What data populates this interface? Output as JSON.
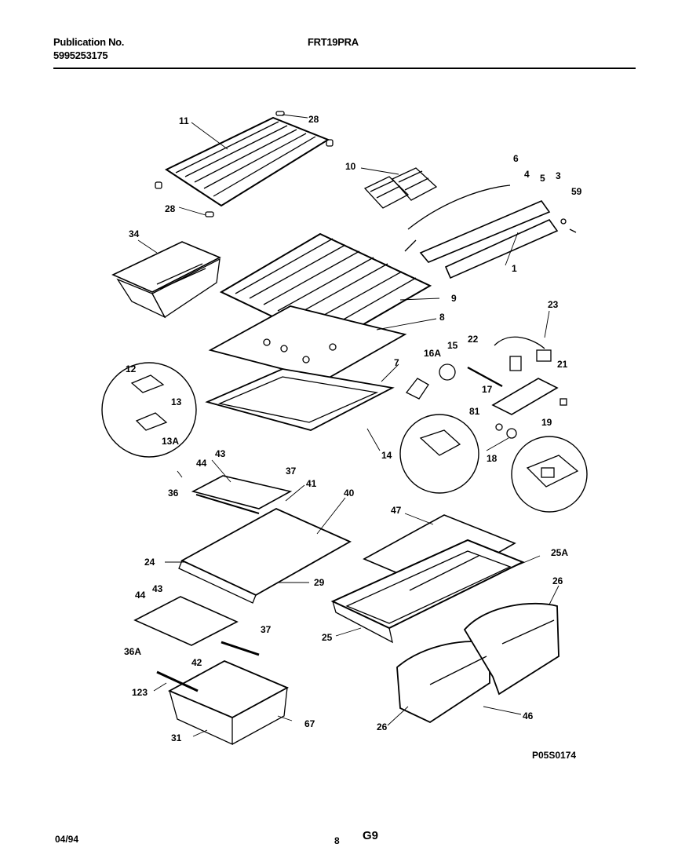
{
  "header": {
    "publication_label": "Publication No.",
    "publication_number": "5995253175",
    "model": "FRT19PRA"
  },
  "diagram": {
    "reference": "P05S0174",
    "callouts": [
      "11",
      "28",
      "28",
      "10",
      "6",
      "4",
      "5",
      "3",
      "59",
      "1",
      "34",
      "9",
      "8",
      "23",
      "22",
      "15",
      "16A",
      "21",
      "7",
      "12",
      "17",
      "13",
      "81",
      "19",
      "13A",
      "14",
      "18",
      "44",
      "43",
      "37",
      "36",
      "41",
      "40",
      "47",
      "25A",
      "24",
      "29",
      "26",
      "44",
      "43",
      "37",
      "36A",
      "25",
      "42",
      "123",
      "67",
      "31",
      "26",
      "46"
    ]
  },
  "footer": {
    "date": "04/94",
    "page_number": "8",
    "section": "G9"
  }
}
